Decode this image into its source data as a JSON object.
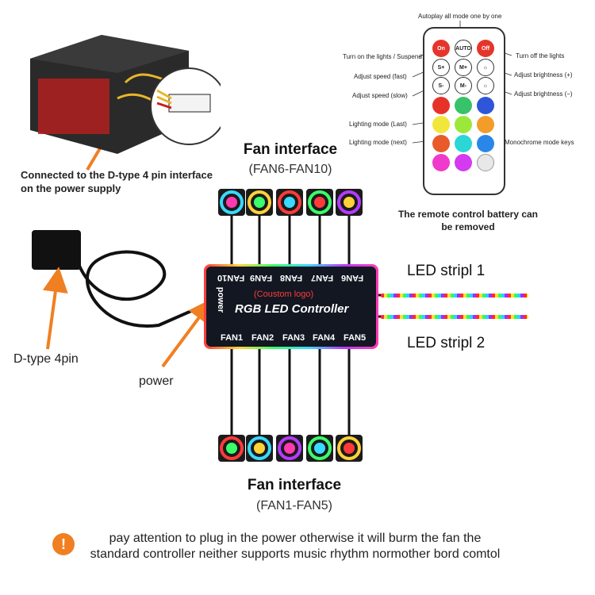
{
  "psu_label": "Connected to the D-type 4 pin interface on the power supply",
  "fan_top": {
    "title": "Fan interface",
    "subtitle": "(FAN6-FAN10)"
  },
  "fan_bottom": {
    "title": "Fan interface",
    "subtitle": "(FAN1-FAN5)"
  },
  "remote": {
    "labels": {
      "autoplay": "Autoplay all mode one by one",
      "turn_on": "Turn on the lights / Suspend",
      "turn_off": "Turn off the lights",
      "speed_fast": "Adjust speed (fast)",
      "speed_slow": "Adjust speed (slow)",
      "bright_up": "Adjust brightness (+)",
      "bright_down": "Adjust brightness (−)",
      "mode_last": "Lighting mode (Last)",
      "mode_next": "Lighting mode (next)",
      "mono": "Monochrome mode keys"
    },
    "buttons": {
      "on": "On",
      "auto": "AUTO",
      "off": "Off",
      "s_plus": "S+",
      "m_plus": "M+",
      "s_minus": "S-",
      "m_minus": "M-"
    },
    "color_keys": [
      "#e6332a",
      "#38c26a",
      "#2f56d8",
      "#f2e63a",
      "#9be83a",
      "#f29c2a",
      "#e85a2a",
      "#2ad6d6",
      "#2a86e8",
      "#f03acb",
      "#d43af0",
      "#e8e8e8"
    ],
    "note": "The remote control battery can be removed"
  },
  "controller": {
    "top_fans": [
      "FAN10",
      "FAN9",
      "FAN8",
      "FAN7",
      "FAN6"
    ],
    "bottom_fans": [
      "FAN1",
      "FAN2",
      "FAN3",
      "FAN4",
      "FAN5"
    ],
    "logo": "(Coustom logo)",
    "title": "RGB LED Controller",
    "power": "power"
  },
  "led_strip_1": "LED stripl 1",
  "led_strip_2": "LED stripl 2",
  "d_type": "D-type 4pin",
  "power_label": "power",
  "note": "pay attention to plug in the power otherwise it will burm the fan the standard controller neither supports music rhythm normother bord comtol",
  "colors": {
    "arrow": "#f07f22",
    "accent": "#e5352b"
  }
}
